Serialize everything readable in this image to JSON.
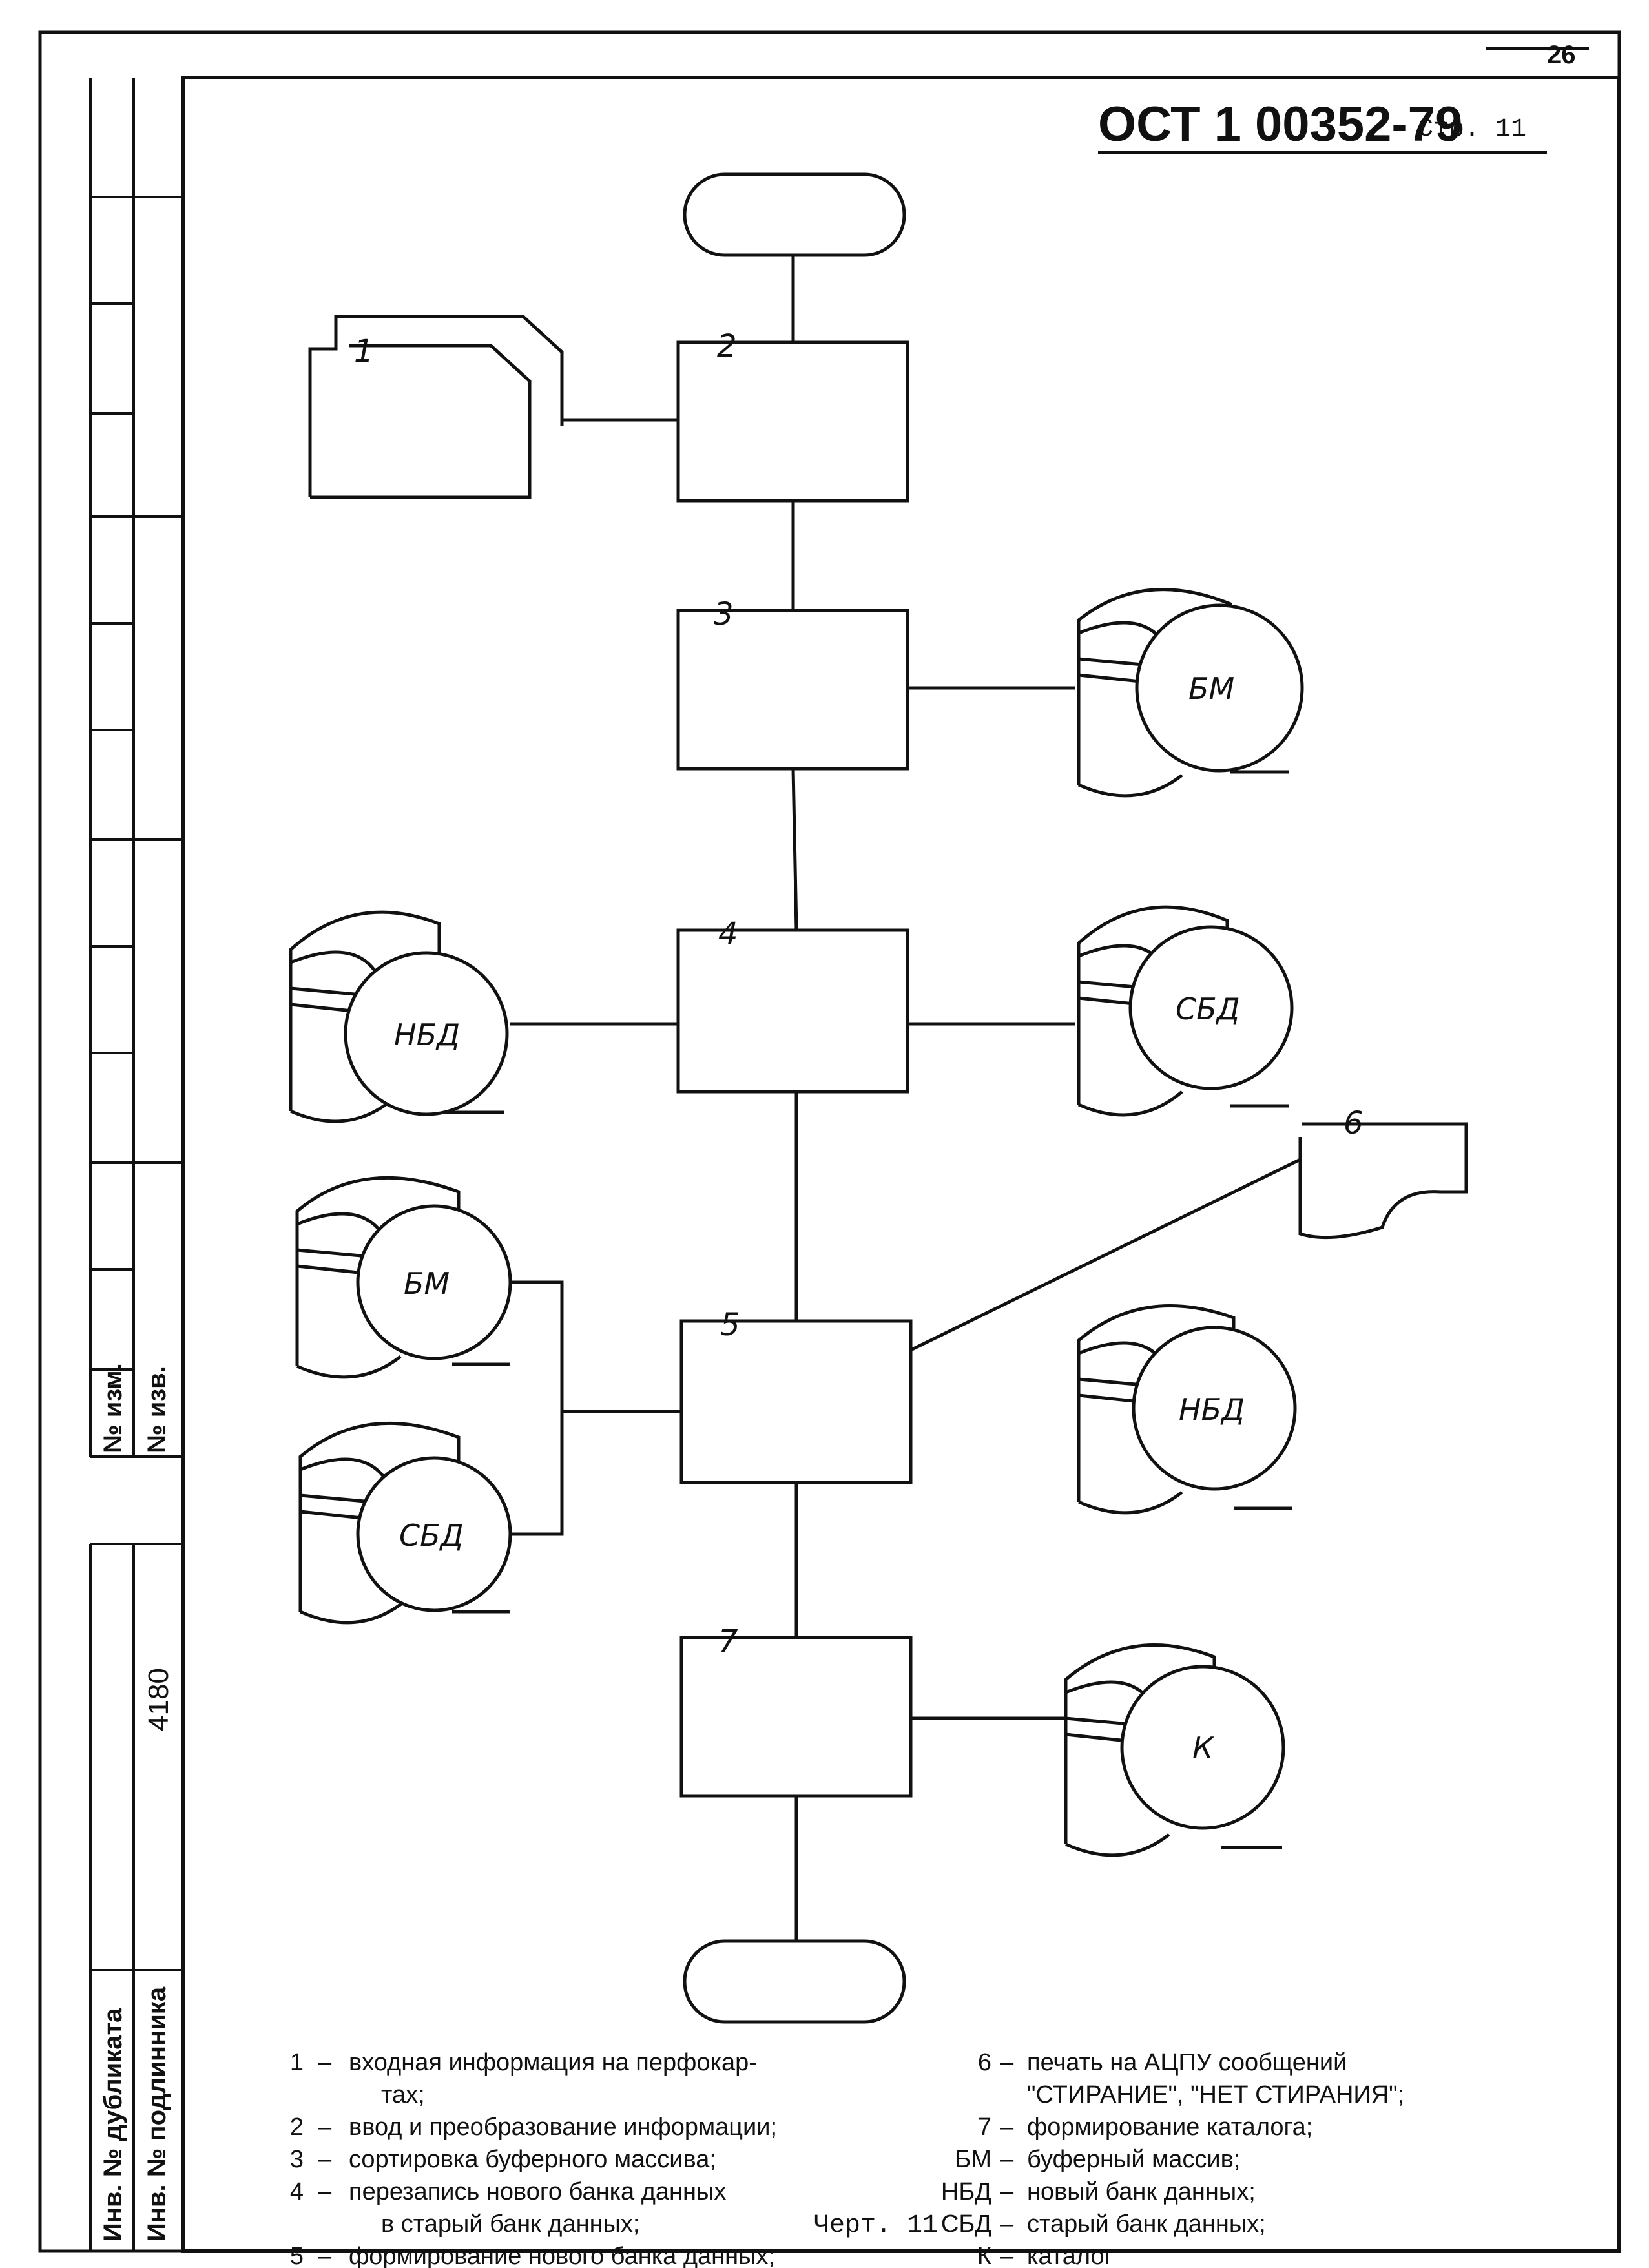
{
  "page_number": "26",
  "header": {
    "code": "ОСТ 1 00352-79",
    "page_label": "Стр. 11"
  },
  "side_stamp": {
    "col1_top": "№ изм.",
    "col2_top": "№ изв.",
    "col1_bottom": "Инв. № дубликата",
    "col2_bottom": "Инв. № подлинника",
    "number": "4180"
  },
  "diagram": {
    "blocks": {
      "b1": "1",
      "b2": "2",
      "b3": "3",
      "b4": "4",
      "b5": "5",
      "b6": "6",
      "b7": "7"
    },
    "storage": {
      "bm_right": "БМ",
      "sbd_right": "СБД",
      "nbd_left": "НБД",
      "bm_left": "БМ",
      "sbd_left": "СБД",
      "nbd_right": "НБД",
      "k_right": "К"
    }
  },
  "legend_left": [
    {
      "key": "1",
      "text": "входная информация на перфокар-"
    },
    {
      "key": "",
      "text": "тах;"
    },
    {
      "key": "2",
      "text": "ввод и преобразование информации;"
    },
    {
      "key": "3",
      "text": "сортировка буферного массива;"
    },
    {
      "key": "4",
      "text": "перезапись нового банка данных"
    },
    {
      "key": "",
      "text": "в старый банк данных;"
    },
    {
      "key": "5",
      "text": "формирование нового банка данных;"
    }
  ],
  "legend_right": [
    {
      "key": "6",
      "text": "печать на АЦПУ сообщений"
    },
    {
      "key": "",
      "text": "\"СТИРАНИЕ\", \"НЕТ СТИРАНИЯ\";"
    },
    {
      "key": "7",
      "text": "формирование каталога;"
    },
    {
      "key": "БМ",
      "text": "буферный массив;"
    },
    {
      "key": "НБД",
      "text": "новый банк данных;"
    },
    {
      "key": "СБД",
      "text": "старый банк данных;"
    },
    {
      "key": "К",
      "text": "каталог"
    }
  ],
  "caption": "Черт. 11"
}
